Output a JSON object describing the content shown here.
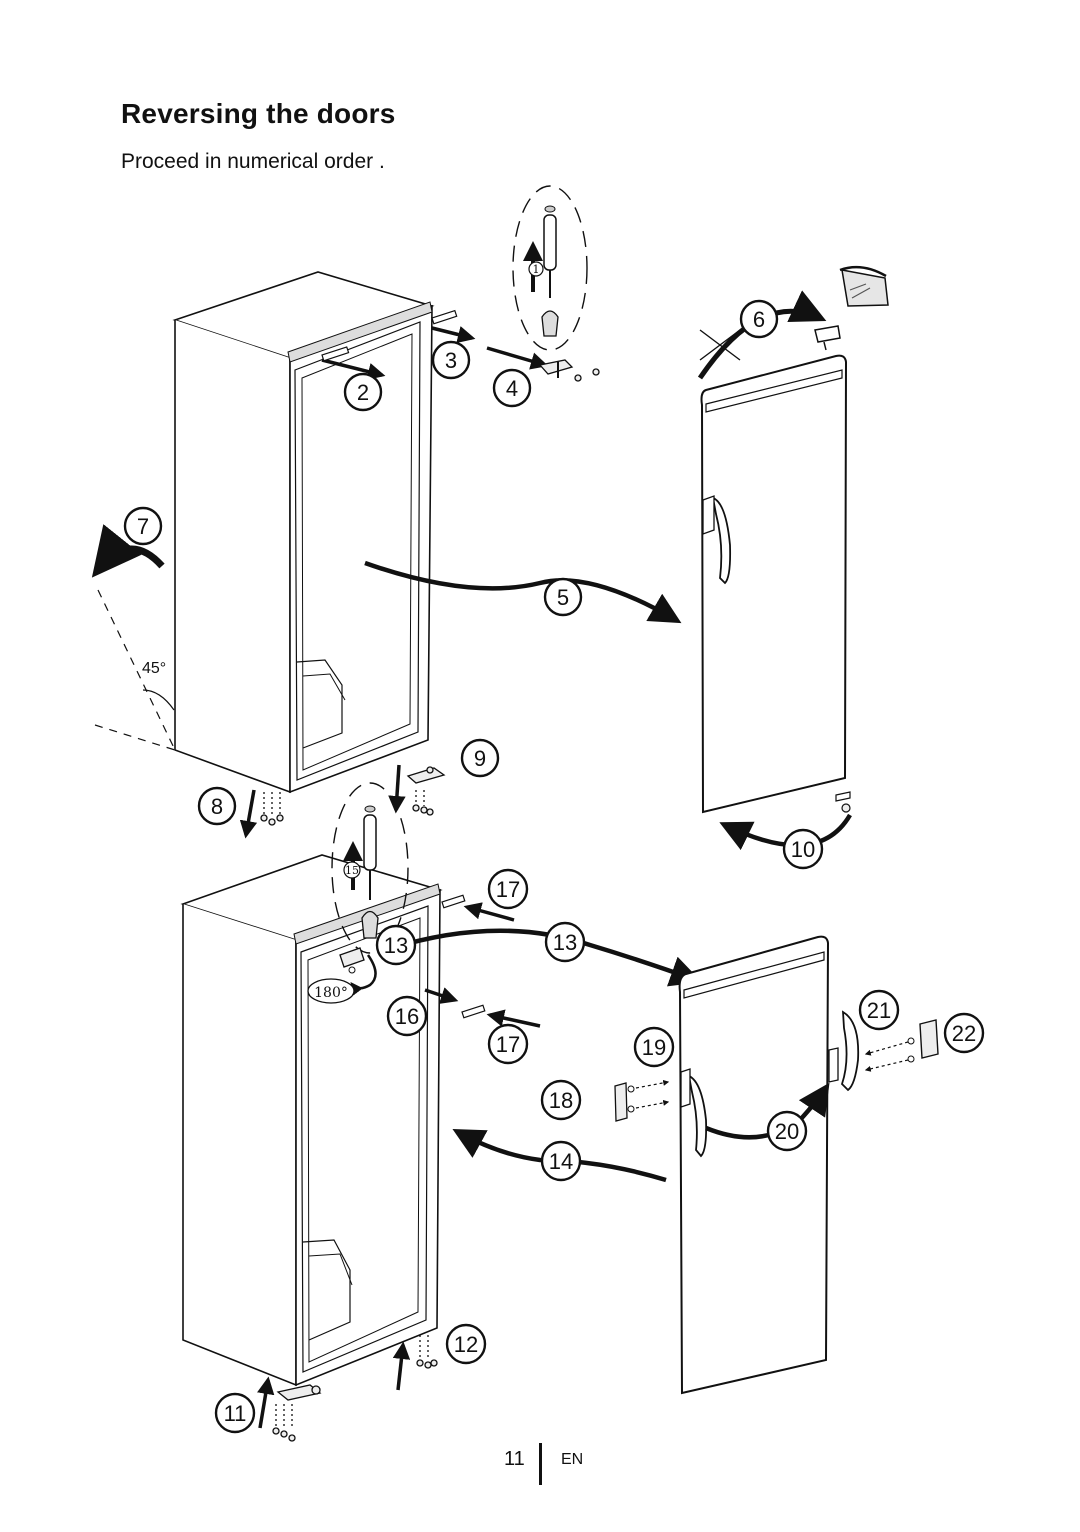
{
  "header": {
    "title": "Reversing the doors",
    "subtitle": "Proceed in numerical order ."
  },
  "diagram": {
    "steps": [
      "2",
      "3",
      "4",
      "5",
      "6",
      "7",
      "8",
      "9",
      "10",
      "11",
      "12",
      "13",
      "13",
      "14",
      "16",
      "17",
      "17",
      "18",
      "19",
      "20",
      "21",
      "22"
    ],
    "sub_steps": [
      "1",
      "15"
    ],
    "angle_label": "45°",
    "rotation_label": "180°"
  },
  "footer": {
    "page_number": "11",
    "language": "EN"
  }
}
